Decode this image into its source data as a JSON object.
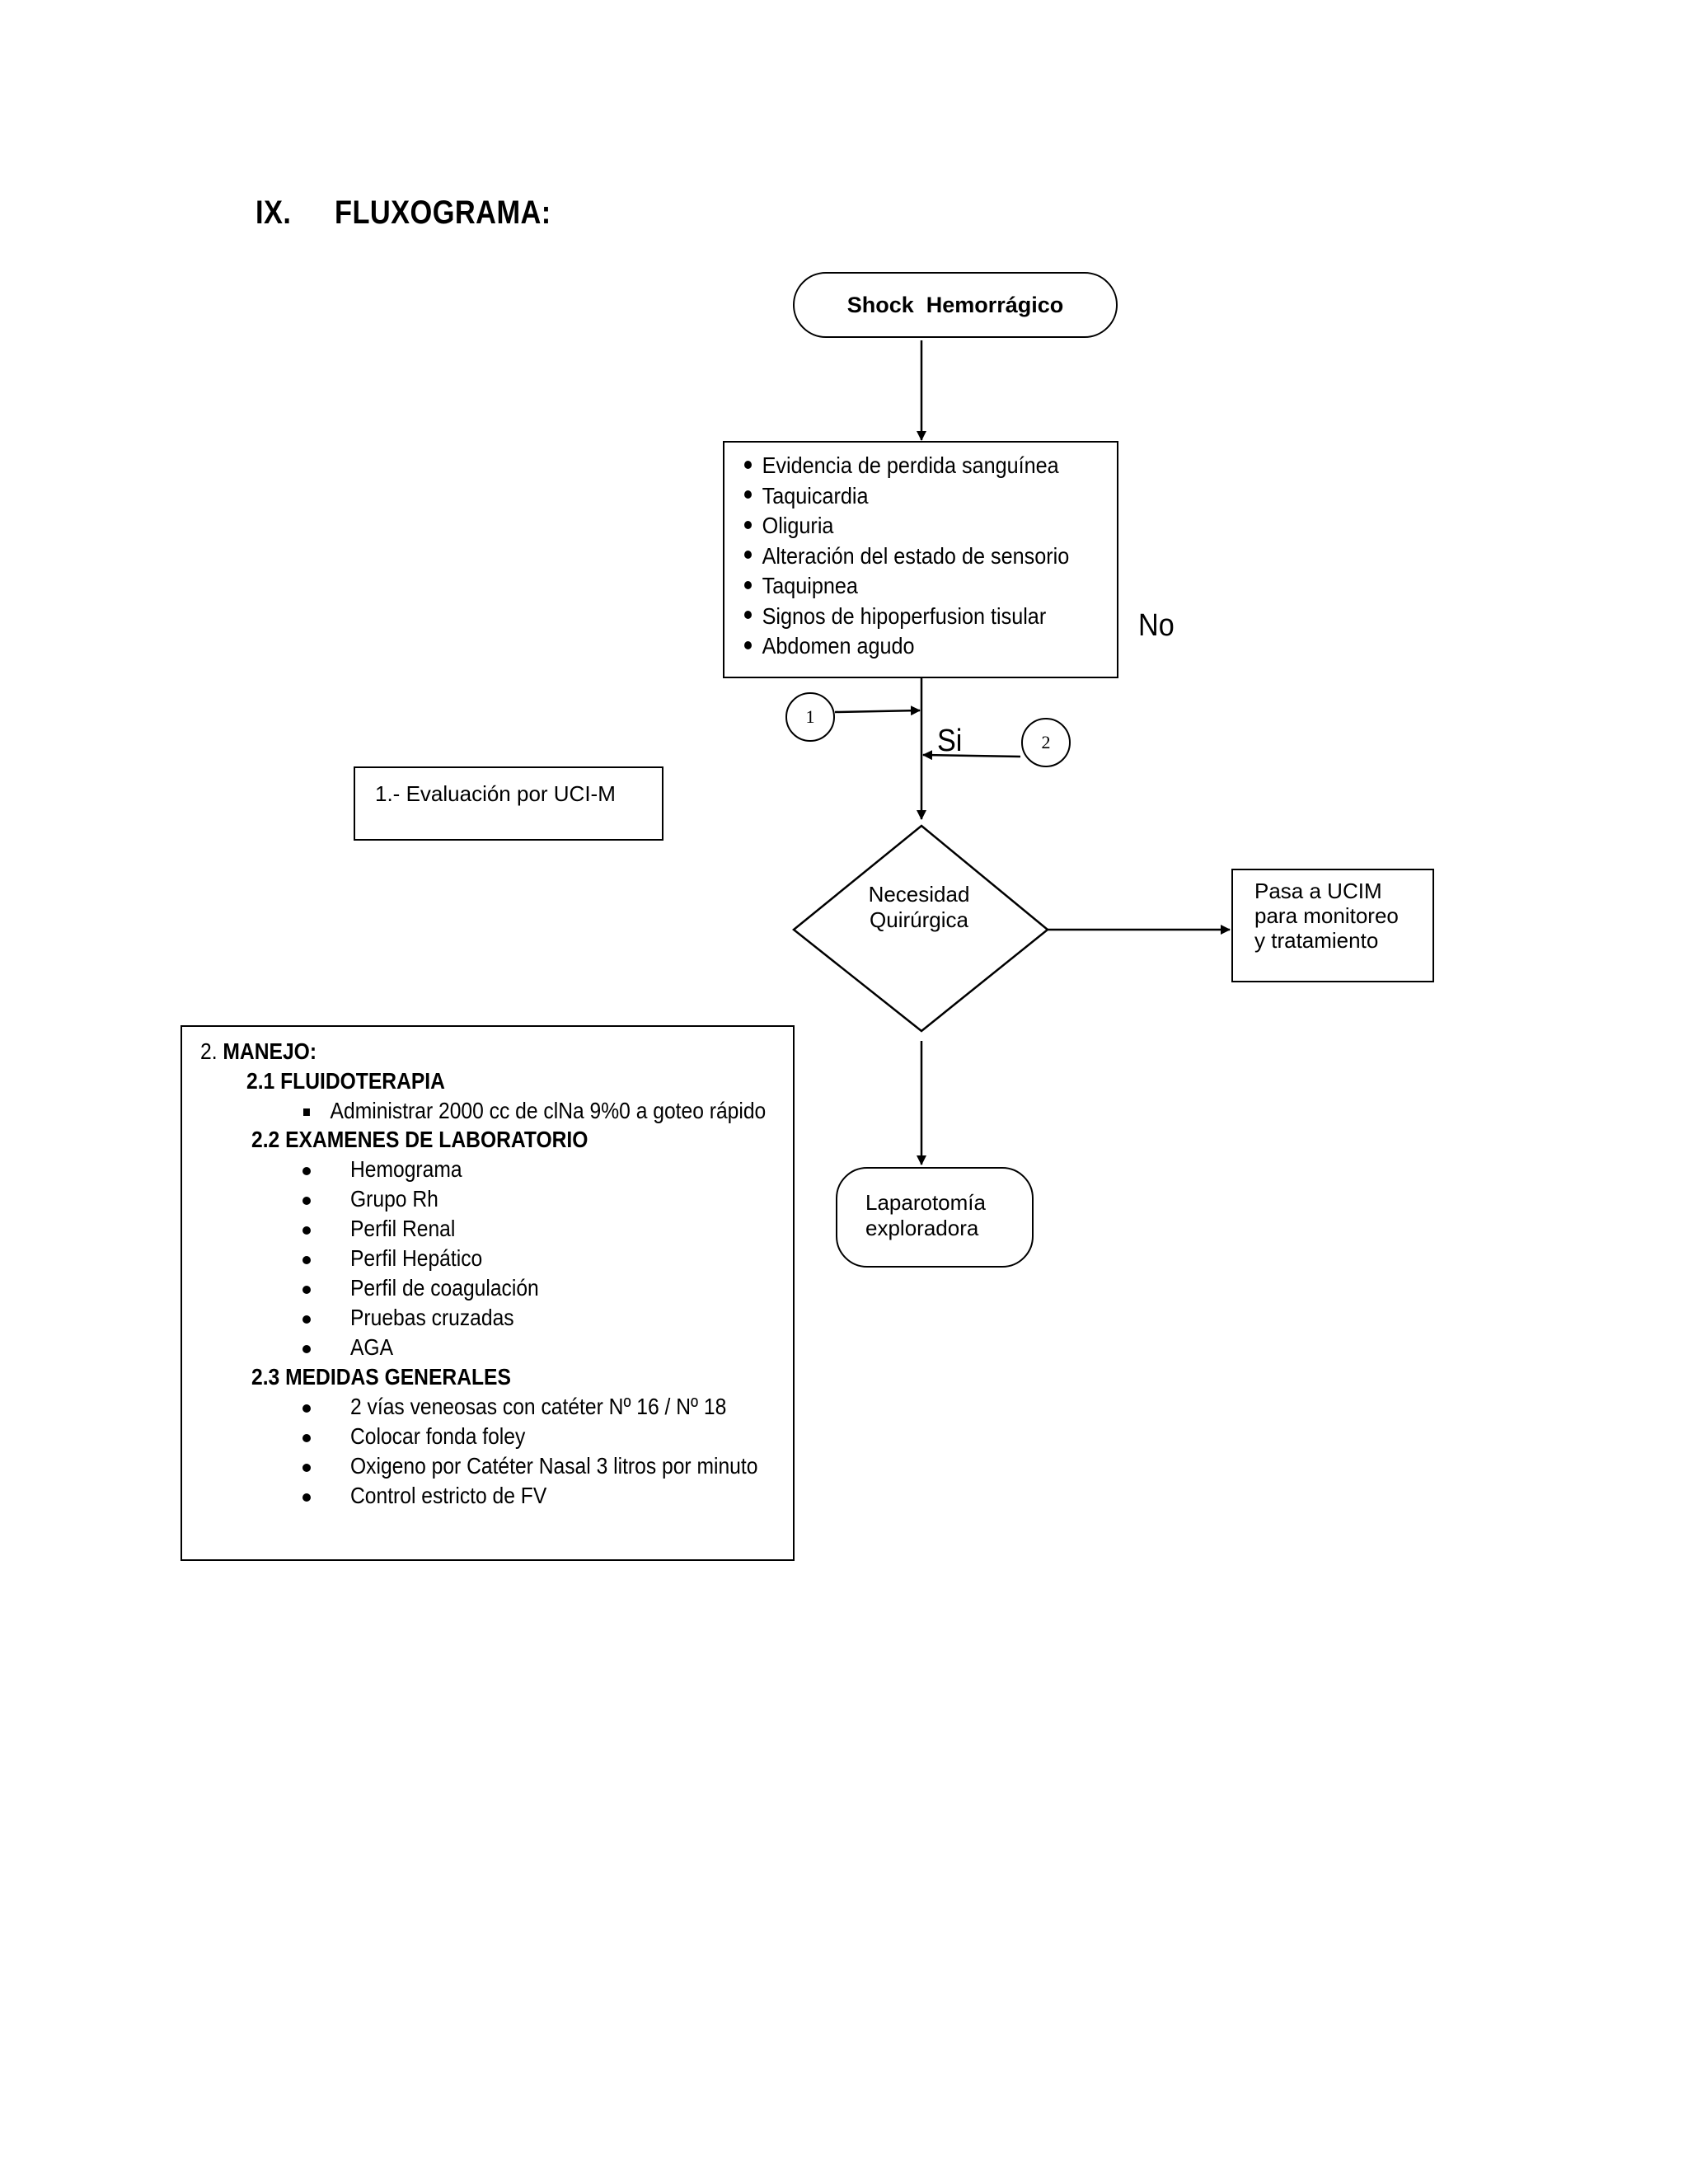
{
  "section": {
    "number": "IX.",
    "title": "FLUXOGRAMA:"
  },
  "flow": {
    "start": "Shock  Hemorrágico",
    "conditions": [
      "Evidencia de perdida sanguínea",
      "Taquicardia",
      "Oliguria",
      "Alteración del estado de sensorio",
      "Taquipnea",
      "Signos de hipoperfusion tisular",
      "Abdomen agudo"
    ],
    "no_label": "No",
    "si_label": "Si",
    "connector_1": "1",
    "connector_2": "2",
    "evaluation": "1.- Evaluación por UCI-M",
    "decision": [
      "Necesidad",
      "Quirúrgica"
    ],
    "alternative": [
      "Pasa a UCIM",
      "para monitoreo",
      "y tratamiento"
    ],
    "surgery": [
      "Laparotomía",
      "exploradora"
    ]
  },
  "manejo": {
    "heading_num": "2.",
    "heading": "MANEJO:",
    "fluid": {
      "title": "2.1  FLUIDOTERAPIA",
      "items": [
        "Administrar 2000 cc de clNa 9%0 a goteo rápido"
      ]
    },
    "labs": {
      "title": "2.2   EXAMENES DE LABORATORIO",
      "items": [
        "Hemograma",
        "Grupo Rh",
        "Perfil Renal",
        "Perfil Hepático",
        "Perfil de coagulación",
        "Pruebas cruzadas",
        "AGA"
      ]
    },
    "general": {
      "title": "2.3  MEDIDAS GENERALES",
      "items": [
        "2 vías veneosas con catéter Nº 16 / Nº 18",
        "Colocar fonda foley",
        "Oxigeno por Catéter Nasal 3 litros por minuto",
        "Control estricto de FV"
      ]
    }
  }
}
